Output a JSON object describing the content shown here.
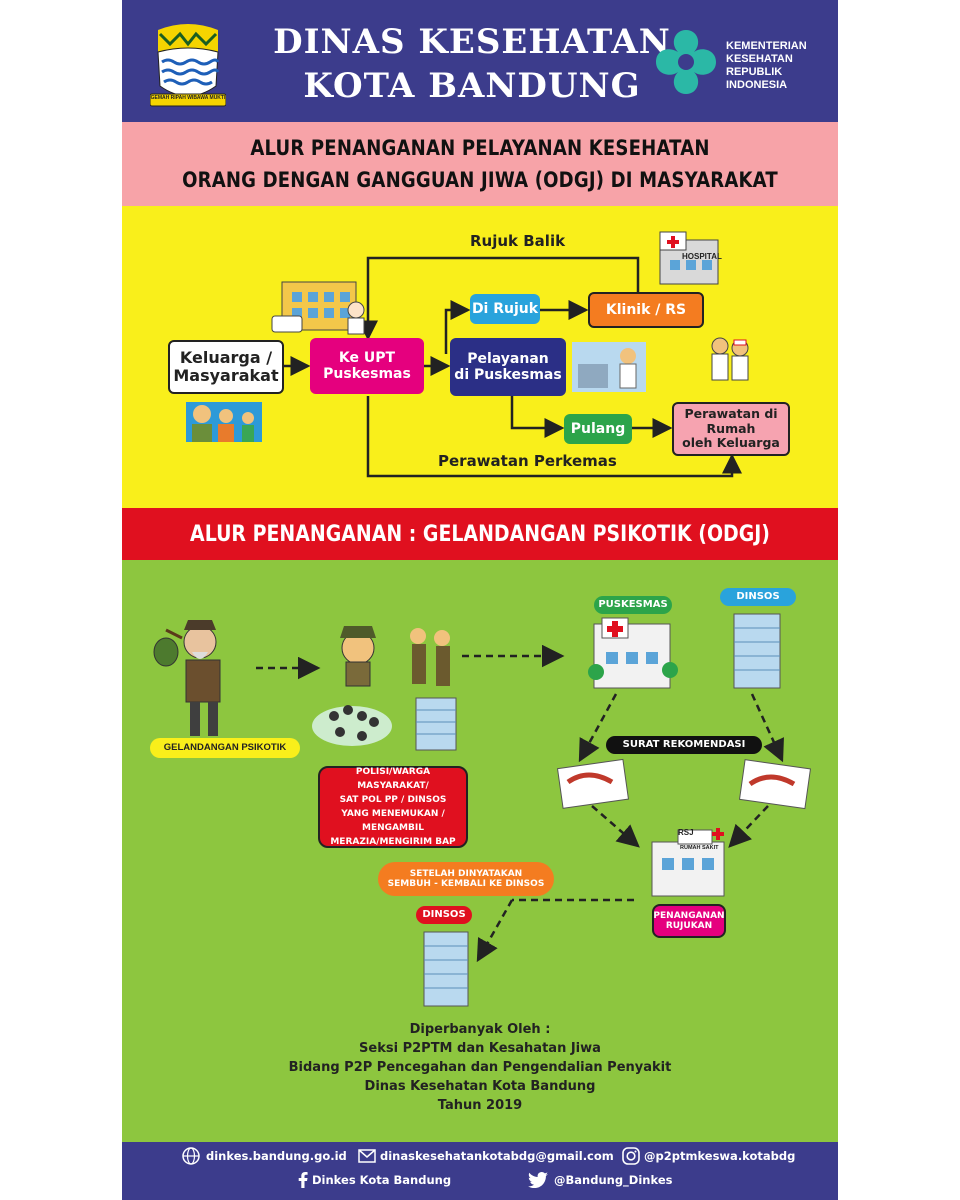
{
  "header": {
    "title_line1": "DINAS KESEHATAN",
    "title_line2": "KOTA BANDUNG",
    "logo_motto": "GEMAH RIPAH WIBAWA MUKTI",
    "ministry_line1": "KEMENTERIAN",
    "ministry_line2": "KESEHATAN",
    "ministry_line3": "REPUBLIK",
    "ministry_line4": "INDONESIA"
  },
  "section1": {
    "title_line1": "ALUR PENANGANAN PELAYANAN KESEHATAN",
    "title_line2": "ORANG DENGAN GANGGUAN JIWA (ODGJ) DI MASYARAKAT",
    "nodes": {
      "keluarga_line1": "Keluarga /",
      "keluarga_line2": "Masyarakat",
      "upt_line1": "Ke UPT",
      "upt_line2": "Puskesmas",
      "pelayanan_line1": "Pelayanan",
      "pelayanan_line2": "di Puskesmas",
      "dirujuk": "Di Rujuk",
      "klinik": "Klinik / RS",
      "pulang": "Pulang",
      "perawatan_line1": "Perawatan di Rumah",
      "perawatan_line2": "oleh Keluarga"
    },
    "labels": {
      "rujuk_balik": "Rujuk Balik",
      "perawatan_perkemas": "Perawatan Perkemas",
      "hospital_sign": "HOSPITAL"
    }
  },
  "section2": {
    "title": "ALUR PENANGANAN : GELANDANGAN PSIKOTIK (ODGJ)",
    "gelandangan": "GELANDANGAN PSIKOTIK",
    "polisi_lines": [
      "POLISI/WARGA MASYARAKAT/",
      "SAT POL PP / DINSOS",
      "YANG MENEMUKAN /",
      "MENGAMBIL",
      "MERAZIA/MENGIRIM BAP"
    ],
    "puskesmas": "PUSKESMAS",
    "dinsos_top": "DINSOS",
    "surat": "SURAT REKOMENDASI",
    "rsj": "RSJ",
    "rumah_sakit": "RUMAH SAKIT",
    "penanganan_line1": "PENANGANAN",
    "penanganan_line2": "RUJUKAN",
    "setelah_line1": "SETELAH DINYATAKAN",
    "setelah_line2": "SEMBUH - KEMBALI KE DINSOS",
    "dinsos_bottom": "DINSOS"
  },
  "credits": {
    "line1": "Diperbanyak Oleh :",
    "line2": "Seksi P2PTM dan Kesahatan Jiwa",
    "line3": "Bidang P2P Pencegahan dan Pengendalian Penyakit",
    "line4": "Dinas Kesehatan Kota Bandung",
    "line5": "Tahun 2019"
  },
  "footer": {
    "website": "dinkes.bandung.go.id",
    "email": "dinaskesehatankotabdg@gmail.com",
    "instagram": "@p2ptmkeswa.kotabdg",
    "facebook": "Dinkes Kota Bandung",
    "twitter": "@Bandung_Dinkes"
  },
  "colors": {
    "header_bg": "#3c3c8c",
    "title_bg": "#f7a3a8",
    "flow_bg": "#f9ef1b",
    "red_band": "#e0101f",
    "green_bg": "#8dc63f",
    "magenta": "#e5007e",
    "navy": "#2b2f86",
    "blue": "#29a3dc",
    "orange": "#f47c20",
    "green_box": "#2ca44a",
    "pink_box": "#f6a3b0"
  }
}
